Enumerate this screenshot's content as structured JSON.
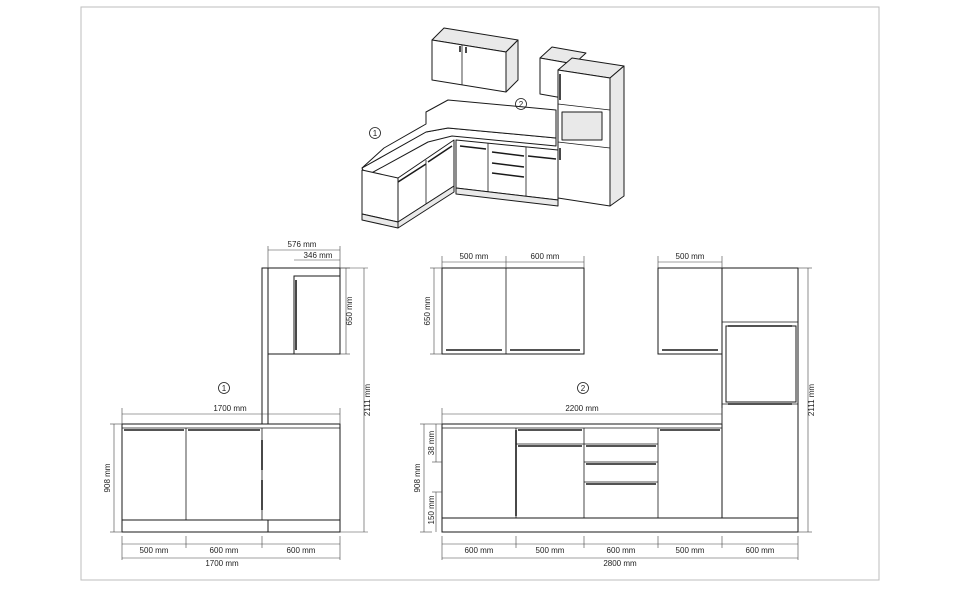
{
  "markers": {
    "one": "1",
    "two": "2"
  },
  "plan1": {
    "tall_depth": "576 mm",
    "wall_depth": "346 mm",
    "wall_height": "650 mm",
    "total_height": "2111 mm",
    "counter_width": "1700 mm",
    "base_height": "908 mm",
    "seg_a": "500 mm",
    "seg_b": "600 mm",
    "seg_c": "600 mm",
    "total_width": "1700 mm"
  },
  "plan2": {
    "wall_a": "500 mm",
    "wall_b": "600 mm",
    "wall_height": "650 mm",
    "wall_c": "500 mm",
    "counter_width": "2200 mm",
    "top_drawer": "38 mm",
    "base_height": "908 mm",
    "plinth": "150 mm",
    "total_height": "2111 mm",
    "seg_a": "600 mm",
    "seg_b": "500 mm",
    "seg_c": "600 mm",
    "seg_d": "500 mm",
    "seg_e": "600 mm",
    "total_width": "2800 mm"
  }
}
